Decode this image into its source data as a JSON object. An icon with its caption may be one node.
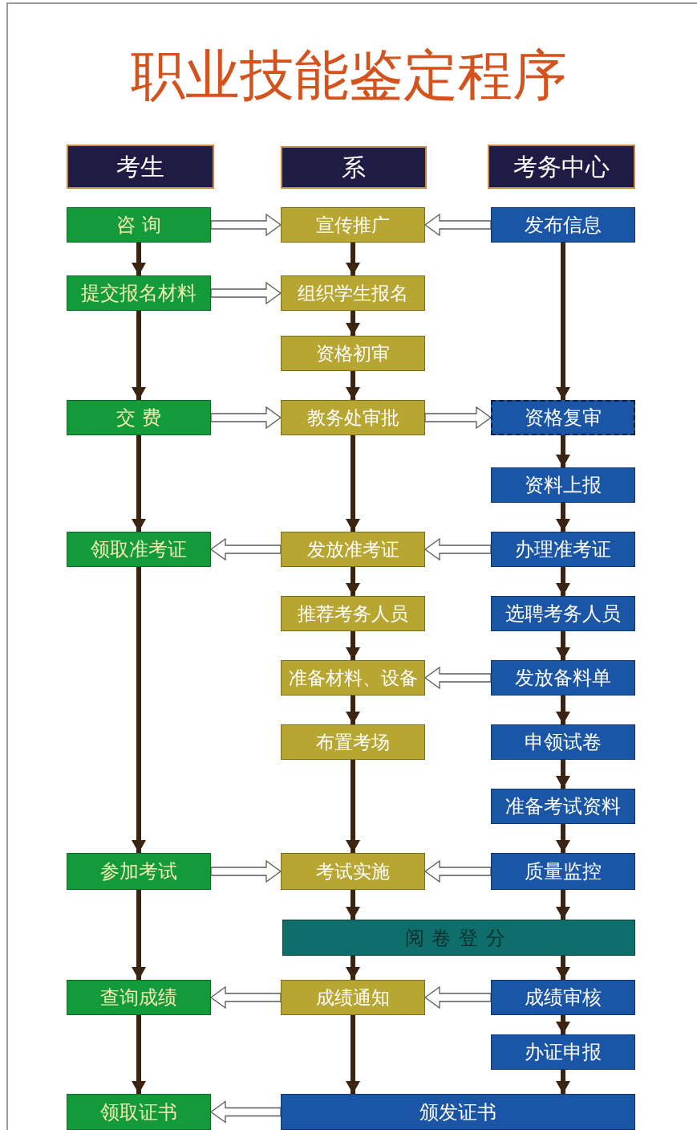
{
  "diagram": {
    "title": "职业技能鉴定程序",
    "nodes": [
      {
        "text": [
          "考生"
        ]
      },
      {
        "text": [
          "系"
        ]
      },
      {
        "text": [
          "考务中心"
        ]
      },
      {
        "text": [
          "咨 询"
        ]
      },
      {
        "text": [
          "宣传推广"
        ]
      },
      {
        "text": [
          "发布信息"
        ]
      },
      {
        "text": [
          "提交报名材料"
        ]
      },
      {
        "text": [
          "组织学生报名"
        ]
      },
      {
        "text": [
          "资格初审"
        ]
      },
      {
        "text": [
          "交 费"
        ]
      },
      {
        "text": [
          "教务处审批"
        ]
      },
      {
        "text": [
          "资格复审"
        ]
      },
      {
        "text": [
          "资料上报"
        ]
      },
      {
        "text": [
          "领取准考证"
        ]
      },
      {
        "text": [
          "发放准考证"
        ]
      },
      {
        "text": [
          "办理准考证"
        ]
      },
      {
        "text": [
          "推荐考务人员"
        ]
      },
      {
        "text": [
          "选聘考务人员"
        ]
      },
      {
        "text": [
          "准备材料、设备"
        ]
      },
      {
        "text": [
          "发放备料单"
        ]
      },
      {
        "text": [
          "布置考场"
        ]
      },
      {
        "text": [
          "申领试卷"
        ]
      },
      {
        "text": [
          "准备考试资料"
        ]
      },
      {
        "text": [
          "参加考试"
        ]
      },
      {
        "text": [
          "考试实施"
        ]
      },
      {
        "text": [
          "质量监控"
        ]
      },
      {
        "text": [
          "阅卷登分"
        ]
      },
      {
        "text": [
          "查询成绩"
        ]
      },
      {
        "text": [
          "成绩通知"
        ]
      },
      {
        "text": [
          "成绩审核"
        ]
      },
      {
        "text": [
          "办证申报"
        ]
      },
      {
        "text": [
          "领取证书"
        ]
      },
      {
        "text": [
          "颁发证书"
        ]
      }
    ],
    "edges": [
      {
        "from": 3,
        "to": 6,
        "arrow": "to"
      },
      {
        "from": 6,
        "to": 9,
        "arrow": "to"
      },
      {
        "from": 9,
        "to": 13,
        "arrow": "to"
      },
      {
        "from": 13,
        "to": 23,
        "arrow": "to"
      },
      {
        "from": 23,
        "to": 27,
        "arrow": "to"
      },
      {
        "from": 27,
        "to": 31,
        "arrow": "to"
      },
      {
        "from": 4,
        "to": 7,
        "arrow": "to"
      },
      {
        "from": 7,
        "to": 8,
        "arrow": "to"
      },
      {
        "from": 8,
        "to": 10,
        "arrow": "to"
      },
      {
        "from": 10,
        "to": 14,
        "arrow": "to"
      },
      {
        "from": 14,
        "to": 16,
        "arrow": "to"
      },
      {
        "from": 16,
        "to": 18,
        "arrow": "to"
      },
      {
        "from": 18,
        "to": 20,
        "arrow": "to"
      },
      {
        "from": 20,
        "to": 24,
        "arrow": "to"
      },
      {
        "from": 24,
        "to": 26,
        "arrow": "to"
      },
      {
        "from": 26,
        "to": 28,
        "arrow": "to"
      },
      {
        "from": 28,
        "to": 32,
        "arrow": "to"
      },
      {
        "from": 5,
        "to": 11,
        "arrow": "to"
      },
      {
        "from": 11,
        "to": 12,
        "arrow": "to"
      },
      {
        "from": 12,
        "to": 15,
        "arrow": "to"
      },
      {
        "from": 15,
        "to": 17,
        "arrow": "to"
      },
      {
        "from": 17,
        "to": 19,
        "arrow": "to"
      },
      {
        "from": 19,
        "to": 21,
        "arrow": "to"
      },
      {
        "from": 21,
        "to": 22,
        "arrow": "to"
      },
      {
        "from": 22,
        "to": 25,
        "arrow": "to"
      },
      {
        "from": 25,
        "to": 26,
        "arrow": "to"
      },
      {
        "from": 26,
        "to": 29,
        "arrow": "to"
      },
      {
        "from": 29,
        "to": 30,
        "arrow": "to"
      },
      {
        "from": 30,
        "to": 32,
        "arrow": "to"
      },
      {
        "from": 3,
        "to": 4,
        "arrow": "to",
        "color": "#ffffff"
      },
      {
        "from": 5,
        "to": 4,
        "arrow": "to",
        "color": "#ffffff"
      },
      {
        "from": 6,
        "to": 7,
        "arrow": "to",
        "color": "#ffffff"
      },
      {
        "from": 9,
        "to": 10,
        "arrow": "to",
        "color": "#ffffff"
      },
      {
        "from": 10,
        "to": 11,
        "arrow": "to",
        "color": "#ffffff"
      },
      {
        "from": 14,
        "to": 13,
        "arrow": "to",
        "color": "#ffffff"
      },
      {
        "from": 15,
        "to": 14,
        "arrow": "to",
        "color": "#ffffff"
      },
      {
        "from": 19,
        "to": 18,
        "arrow": "to",
        "color": "#ffffff"
      },
      {
        "from": 23,
        "to": 24,
        "arrow": "to",
        "color": "#ffffff"
      },
      {
        "from": 25,
        "to": 24,
        "arrow": "to",
        "color": "#ffffff"
      },
      {
        "from": 28,
        "to": 27,
        "arrow": "to",
        "color": "#ffffff"
      },
      {
        "from": 29,
        "to": 28,
        "arrow": "to",
        "color": "#ffffff"
      },
      {
        "from": 32,
        "to": 31,
        "arrow": "to",
        "color": "#ffffff"
      }
    ]
  }
}
